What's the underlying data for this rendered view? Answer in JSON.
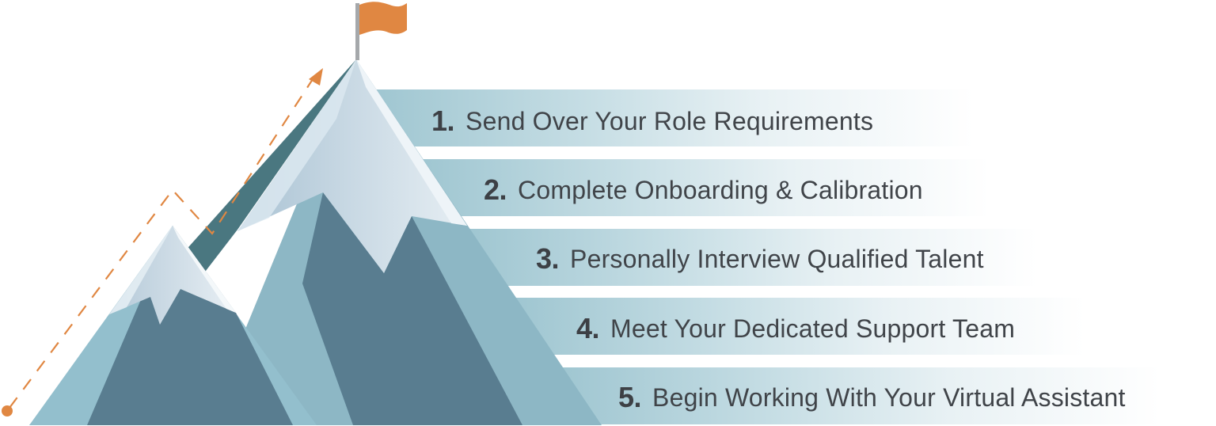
{
  "diagram": {
    "type": "process-steps-mountain",
    "steps": [
      {
        "number": "1.",
        "label": "Send Over Your Role Requirements"
      },
      {
        "number": "2.",
        "label": "Complete Onboarding & Calibration"
      },
      {
        "number": "3.",
        "label": "Personally Interview Qualified Talent"
      },
      {
        "number": "4.",
        "label": "Meet Your Dedicated Support Team"
      },
      {
        "number": "5.",
        "label": "Begin Working With Your Virtual Assistant"
      }
    ],
    "icons": {
      "flag": "flag-icon",
      "path_arrow": "dashed-arrow-icon",
      "start_dot": "start-dot-icon"
    },
    "colors": {
      "accent_orange": "#e08742",
      "mountain_dark": "#597d90",
      "mountain_mid": "#8db7c5",
      "mountain_shadow": "#4a7780",
      "snow_light": "#dde9f0",
      "snow_shade": "#afc6d5",
      "band_start": "#9fc6d1",
      "text": "#404449"
    }
  }
}
